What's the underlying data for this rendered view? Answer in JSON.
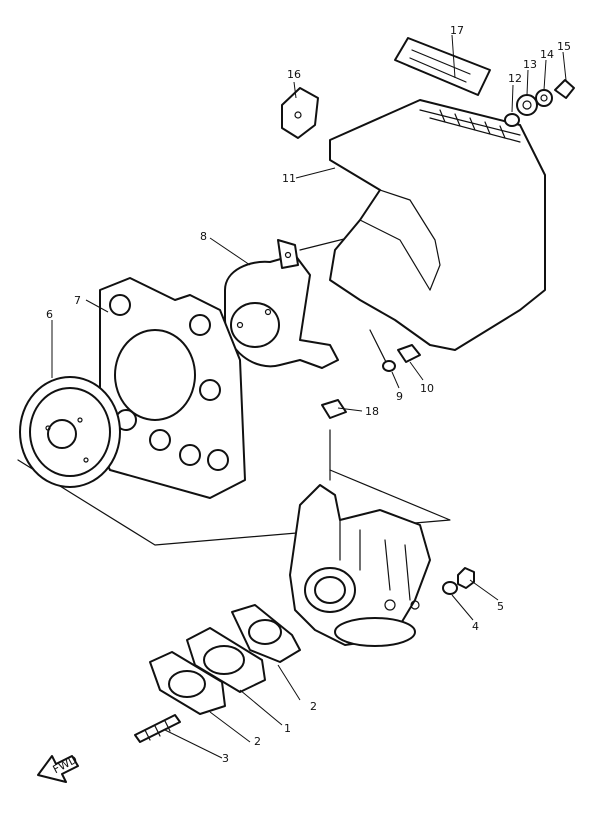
{
  "callouts": {
    "c1": "1",
    "c2a": "2",
    "c2b": "2",
    "c3": "3",
    "c4": "4",
    "c5": "5",
    "c6": "6",
    "c7": "7",
    "c8": "8",
    "c9": "9",
    "c10": "10",
    "c11": "11",
    "c12": "12",
    "c13": "13",
    "c14": "14",
    "c15": "15",
    "c16": "16",
    "c17": "17",
    "c18": "18"
  },
  "fwd_arrow": "FWD"
}
